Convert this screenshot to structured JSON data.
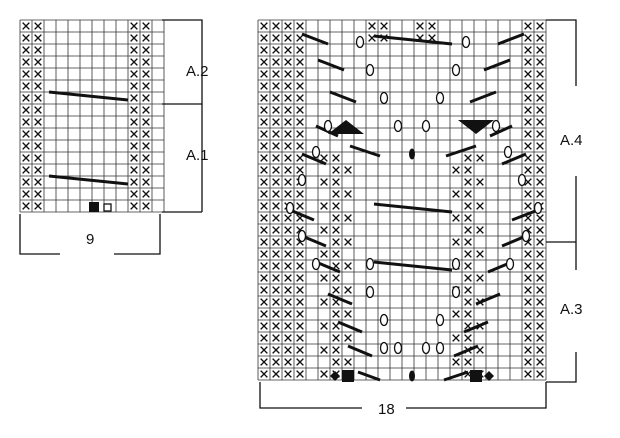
{
  "labels": {
    "a2": "A.2",
    "a1": "A.1",
    "a4": "A.4",
    "a3": "A.3",
    "width_small": "9",
    "width_large": "18"
  },
  "icons": {
    "knit_purl_cross": "x-mark-icon",
    "yarn_over": "oval-icon",
    "decrease": "diagonal-bar-icon",
    "bobble": "filled-square-icon",
    "diamond": "diamond-icon",
    "triangle": "triangle-icon",
    "twist": "filled-oval-icon"
  },
  "colors": {
    "ink": "#111111",
    "grid": "#333333",
    "paper": "#ffffff"
  }
}
